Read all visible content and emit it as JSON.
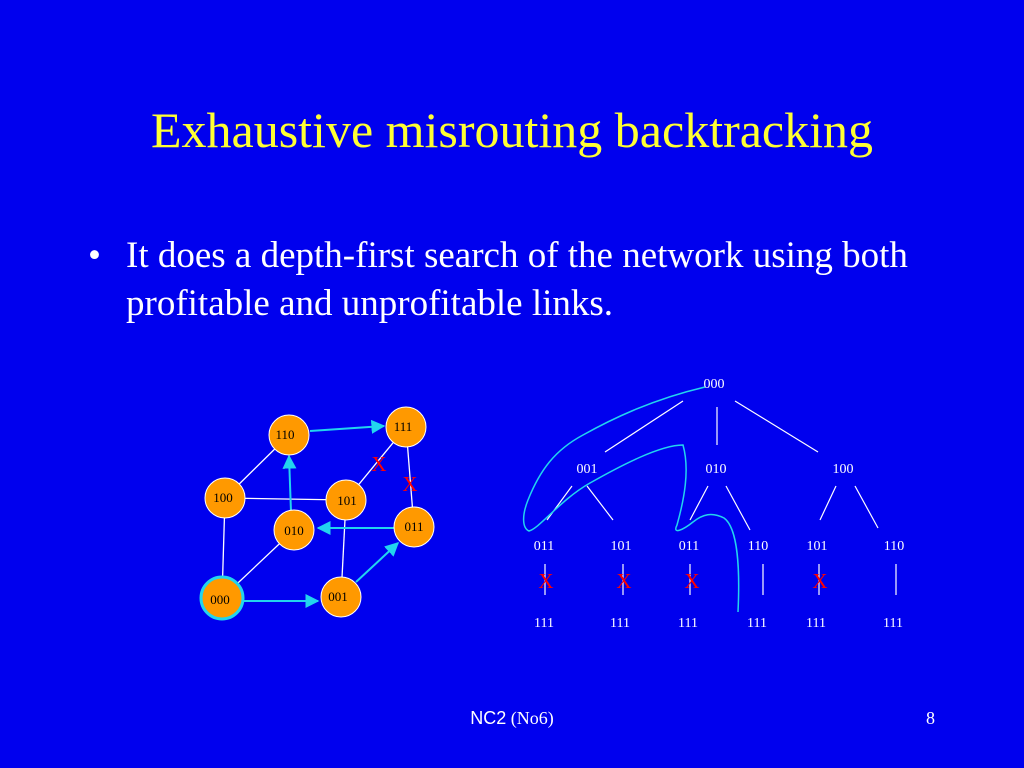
{
  "slide": {
    "title": "Exhaustive misrouting backtracking",
    "bullets": [
      {
        "marker": "•",
        "text": "It does a depth-first search of the network using both profitable and unprofitable links."
      }
    ]
  },
  "cube": {
    "nodes": [
      "110",
      "111",
      "100",
      "101",
      "010",
      "011",
      "000",
      "001"
    ],
    "blocked_marks": [
      "X",
      "X"
    ]
  },
  "tree": {
    "root": "000",
    "level1": [
      "001",
      "010",
      "100"
    ],
    "level2": [
      "011",
      "101",
      "011",
      "110",
      "101",
      "110"
    ],
    "level3": [
      "111",
      "111",
      "111",
      "111",
      "111",
      "111"
    ],
    "blocked_marks": [
      "X",
      "X",
      "X",
      "X"
    ]
  },
  "footer": {
    "course": "NC2",
    "session": "(No6)",
    "page": "8"
  },
  "colors": {
    "background": "#0000ee",
    "title": "#ffff33",
    "text": "#ffffff",
    "node_fill": "#ff9900",
    "path": "#22d4ee",
    "blocked": "#ff0000"
  }
}
